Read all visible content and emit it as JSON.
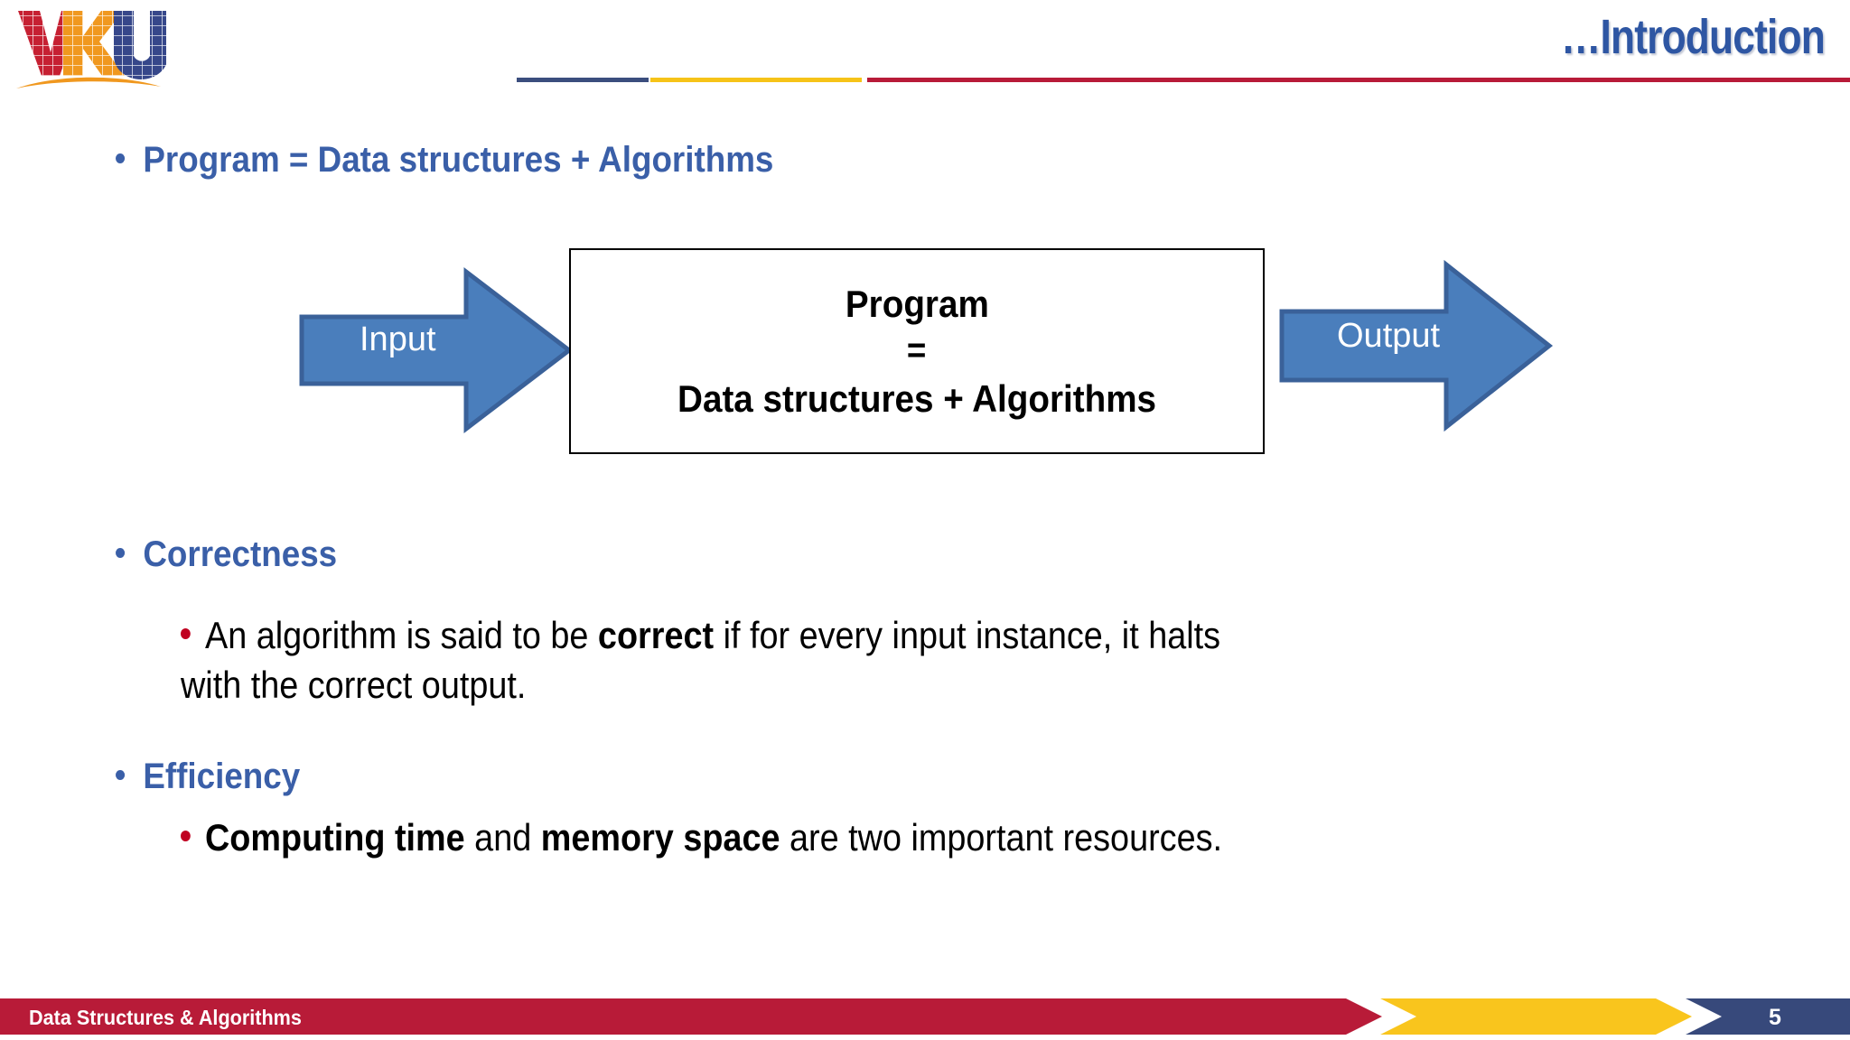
{
  "header": {
    "title": "…Introduction",
    "logo_alt": "VKU",
    "logo_letters": [
      "V",
      "K",
      "U"
    ],
    "accent_blue": "#3B4E7E",
    "accent_gold": "#F6C318",
    "accent_crimson": "#B81B38"
  },
  "body": {
    "bullet1": "Program = Data structures + Algorithms",
    "bullet2": "Correctness",
    "bullet3": "Efficiency",
    "sub1_prefix": "An algorithm is said to be ",
    "sub1_bold": "correct",
    "sub1_suffix": " if for every input instance, it halts with the correct output.",
    "sub2_bold1": "Computing time",
    "sub2_mid": " and ",
    "sub2_bold2": "memory space",
    "sub2_suffix": " are two important resources.",
    "title_color": "#3A5FA8",
    "sub_bullet_color": "#C00020"
  },
  "diagram": {
    "input_label": "Input",
    "output_label": "Output",
    "box_line1": "Program",
    "box_line2": "=",
    "box_line3": "Data structures + Algorithms",
    "arrow_fill": "#4A7EBC",
    "arrow_stroke": "#3A6199"
  },
  "footer": {
    "course": "Data Structures & Algorithms",
    "page": "5",
    "crimson": "#B81B38",
    "gold": "#F9C51D",
    "blue": "#37497B"
  }
}
